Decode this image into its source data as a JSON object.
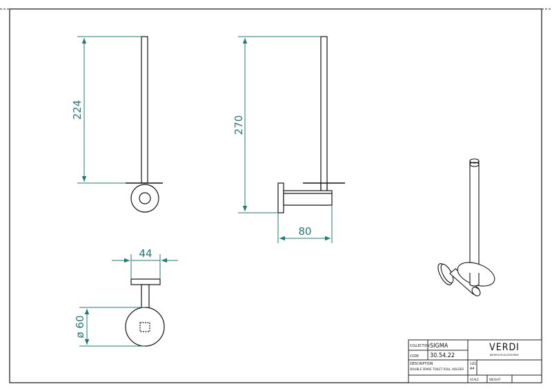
{
  "dimensions": {
    "height_front": "224",
    "height_side": "270",
    "depth_side": "80",
    "width_top": "44",
    "diameter_top": "ø 60"
  },
  "title_block": {
    "collection_label": "COLLECTION",
    "collection_value": "SIGMA",
    "code_label": "CODE",
    "code_value": "30.54.22",
    "description_label": "DESCRIPTION",
    "description_value": "DOUBLE SPARE TOILET ROLL HOLDER",
    "brand_name": "VERDI",
    "brand_tagline": "BATHROOM ACCESSORIES",
    "size_label": "SIZE",
    "size_value": "A4",
    "scale_label": "SCALE",
    "weight_label": "WEIGHT"
  },
  "colors": {
    "dimension": "#1f7a77",
    "line": "#111111",
    "border": "#222222"
  }
}
